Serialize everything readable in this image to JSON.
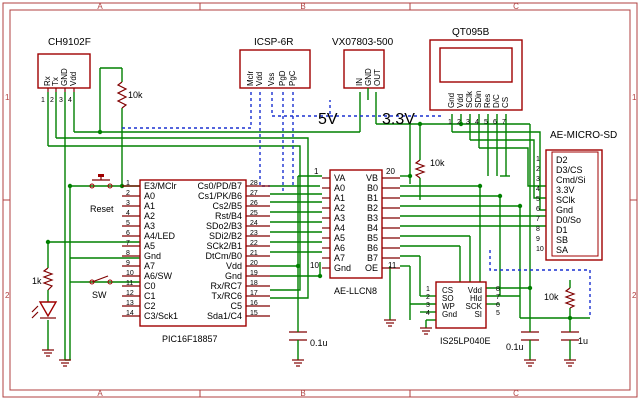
{
  "frame": {
    "cols": [
      "A",
      "B",
      "C"
    ],
    "rows": [
      "1",
      "2"
    ]
  },
  "supply": {
    "v5": "5V",
    "v33": "3.3V"
  },
  "ch9102f": {
    "name": "CH9102F",
    "pins": [
      "Rx",
      "Tx",
      "GND",
      "Vdd"
    ],
    "nums": [
      "1",
      "2",
      "3",
      "4"
    ]
  },
  "icsp": {
    "name": "ICSP-6R",
    "pins": [
      "Mclr",
      "Vdd",
      "Vss",
      "PgD",
      "PgC"
    ]
  },
  "vreg": {
    "name": "VX07803-500",
    "pins": [
      "IN",
      "GND",
      "OUT"
    ]
  },
  "oled": {
    "name": "QT095B",
    "pins": [
      "Gnd",
      "Vdd",
      "SClk",
      "SDin",
      "Res",
      "D/C",
      "CS"
    ],
    "nums": [
      "1",
      "2",
      "3",
      "4",
      "5",
      "6",
      "7"
    ]
  },
  "sd": {
    "name": "AE-MICRO-SD",
    "pins": [
      "D2",
      "D3/CS",
      "Cmd/Si",
      "3.3V",
      "SClk",
      "Gnd",
      "D0/So",
      "D1",
      "SB",
      "SA"
    ],
    "nums": [
      "1",
      "2",
      "3",
      "4",
      "5",
      "6",
      "7",
      "8",
      "9",
      "10"
    ]
  },
  "pic": {
    "name": "PIC16F18857",
    "left_pins": [
      "E3/MClr",
      "A0",
      "A1",
      "A2",
      "A3",
      "A4/LED",
      "A5",
      "Gnd",
      "A7",
      "A6/SW",
      "C0",
      "C1",
      "C2",
      "C3/Sck1"
    ],
    "left_nums": [
      "1",
      "2",
      "3",
      "4",
      "5",
      "6",
      "7",
      "8",
      "9",
      "10",
      "11",
      "12",
      "13",
      "14"
    ],
    "right_pins": [
      "Cs0/PD/B7",
      "Cs1/PK/B6",
      "Cs2/B5",
      "Rst/B4",
      "SDo2/B3",
      "SDi2/B2",
      "SCk2/B1",
      "DtCm/B0",
      "Vdd",
      "Gnd",
      "Rx/RC7",
      "Tx/RC6",
      "C5",
      "Sda1/C4"
    ],
    "right_nums": [
      "28",
      "27",
      "26",
      "25",
      "24",
      "23",
      "22",
      "21",
      "20",
      "19",
      "18",
      "17",
      "16",
      "15"
    ]
  },
  "llc": {
    "name": "AE-LLCN8",
    "left_pins": [
      "VA",
      "A0",
      "A1",
      "A2",
      "A3",
      "A4",
      "A5",
      "A6",
      "A7",
      "Gnd"
    ],
    "right_pins": [
      "VB",
      "B0",
      "B1",
      "B2",
      "B3",
      "B4",
      "B5",
      "B6",
      "B7",
      "OE"
    ],
    "vb_num": "20",
    "va_num": "1",
    "gnd_num": "10",
    "oe_num": "11"
  },
  "flash": {
    "name": "IS25LP040E",
    "left_pins": [
      "CS",
      "SO",
      "WP",
      "Gnd"
    ],
    "left_nums": [
      "1",
      "2",
      "3",
      "4"
    ],
    "right_pins": [
      "Vdd",
      "Hld",
      "SCK",
      "SI"
    ],
    "right_nums": [
      "8",
      "7",
      "6",
      "5"
    ]
  },
  "parts": {
    "r1": "10k",
    "r2": "10k",
    "r3": "10k",
    "r4": "1k",
    "c1": "0.1u",
    "c2": "0.1u",
    "c3": "1u",
    "reset": "Reset",
    "sw": "SW"
  }
}
